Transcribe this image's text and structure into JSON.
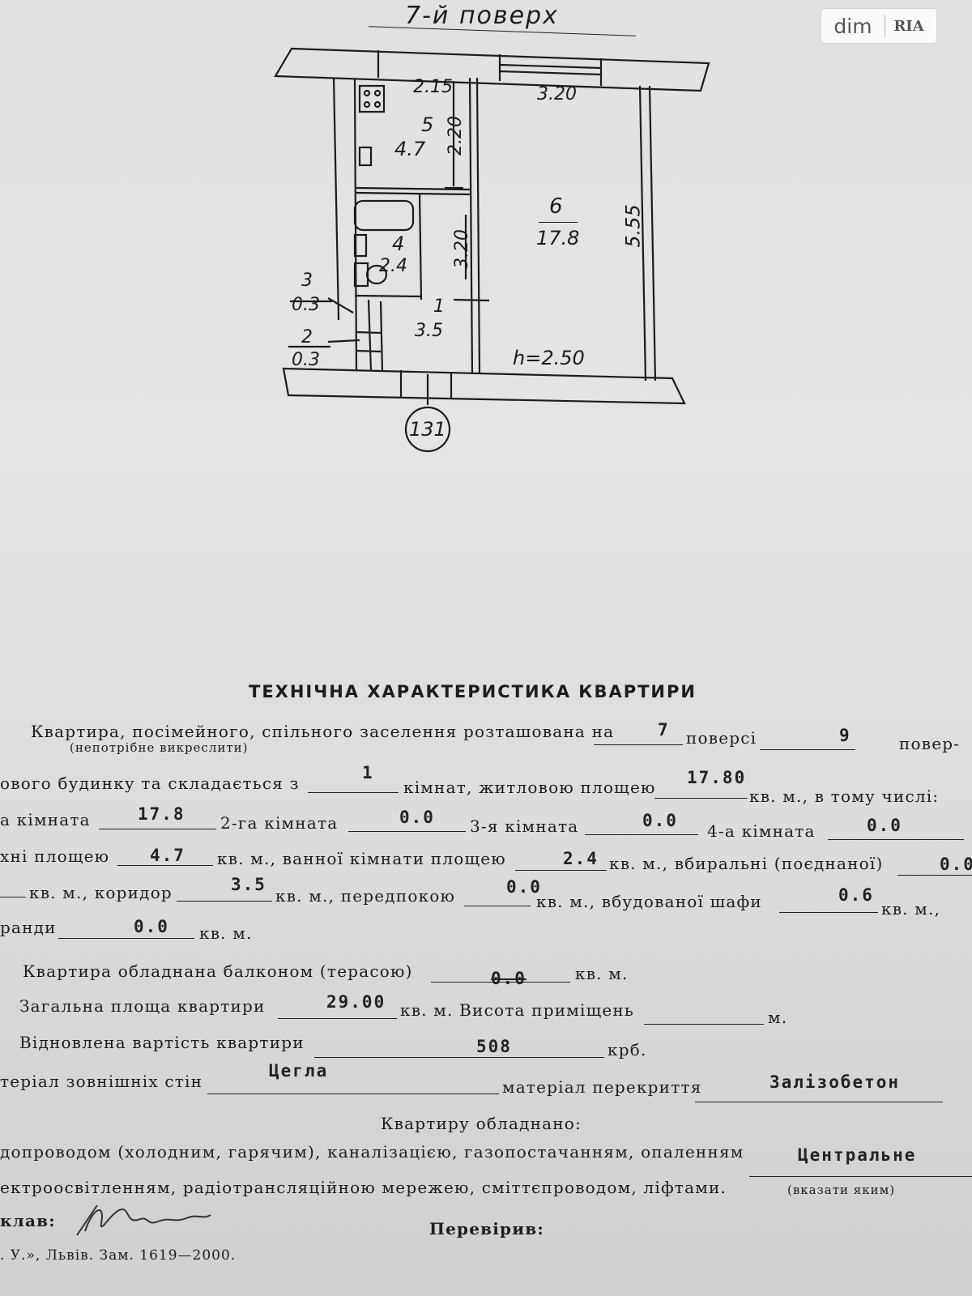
{
  "watermark": {
    "brand": "dim",
    "logo": "RIA"
  },
  "plan": {
    "floor_label": "7-й поверх",
    "dims": {
      "kitchen_width": "2.15",
      "room_width": "3.20",
      "kitchen_depth": "2.20",
      "bath_depth": "3.20",
      "room_depth": "5.55",
      "ceiling": "h=2.50"
    },
    "rooms": [
      {
        "num": "5",
        "area": "4.7"
      },
      {
        "num": "6",
        "area": "17.8"
      },
      {
        "num": "4",
        "area": "2.4"
      },
      {
        "num": "1",
        "area": "3.5"
      },
      {
        "num": "3",
        "area": "0.3"
      },
      {
        "num": "2",
        "area": "0.3"
      }
    ],
    "entrance_number": "131"
  },
  "form": {
    "title": "ТЕХНІЧНА ХАРАКТЕРИСТИКА КВАРТИРИ",
    "l1_a": "Квартира, посімейного, спільного заселення розташована на",
    "l1_b": "поверсі",
    "l1_c": "повер-",
    "l1_note": "(непотрібне викреслити)",
    "floor": "7",
    "floors_total": "9",
    "l2_a": "ового будинку та складається з",
    "l2_b": "кімнат, житловою площею",
    "l2_c": "кв. м., в тому числі:",
    "rooms_count": "1",
    "living_area": "17.80",
    "l3_a": "а кімната",
    "l3_b": "2-га кімната",
    "l3_c": "3-я кімната",
    "l3_d": "4-а кімната",
    "room1": "17.8",
    "room2": "0.0",
    "room3": "0.0",
    "room4": "0.0",
    "l4_a": "хні площею",
    "l4_b": "кв. м., ванної кімнати площею",
    "l4_c": "кв. м., вбиральні (поєднаної)",
    "kitchen": "4.7",
    "bathroom": "2.4",
    "toilet": "0.0",
    "l5_a": "кв. м., коридор",
    "l5_b": "кв. м., передпокою",
    "l5_c": "кв. м., вбудованої шафи",
    "l5_d": "кв. м.,",
    "corridor": "3.5",
    "hallway": "0.0",
    "wardrobe": "0.6",
    "l6_a": "ранди",
    "l6_b": "кв. м.",
    "veranda": "0.0",
    "l7_a": "Квартира обладнана балконом (терасою)",
    "l7_b": "кв. м.",
    "balcony": "0.0",
    "l8_a": "Загальна площа квартири",
    "l8_b": "кв. м. Висота приміщень",
    "l8_c": "м.",
    "total_area": "29.00",
    "l9_a": "Відновлена вартість квартири",
    "l9_b": "крб.",
    "value": "508",
    "l10_a": "теріал зовнішніх стін",
    "l10_b": "матеріал перекриття",
    "wall_material": "Цегла",
    "floor_material": "Залізобетон",
    "l11": "Квартиру обладнано:",
    "l12": "допроводом (холодним, гарячим), каналізацією, газопостачанням, опаленням",
    "heating": "Центральне",
    "heating_note": "(вказати яким)",
    "l13": "ектроосвітленням, радіотрансляційною мережею, сміттєпроводом, ліфтами.",
    "l14_a": "клав:",
    "l14_b": "Перевірив:",
    "l15": ". У.», Львів. Зам. 1619—2000."
  }
}
